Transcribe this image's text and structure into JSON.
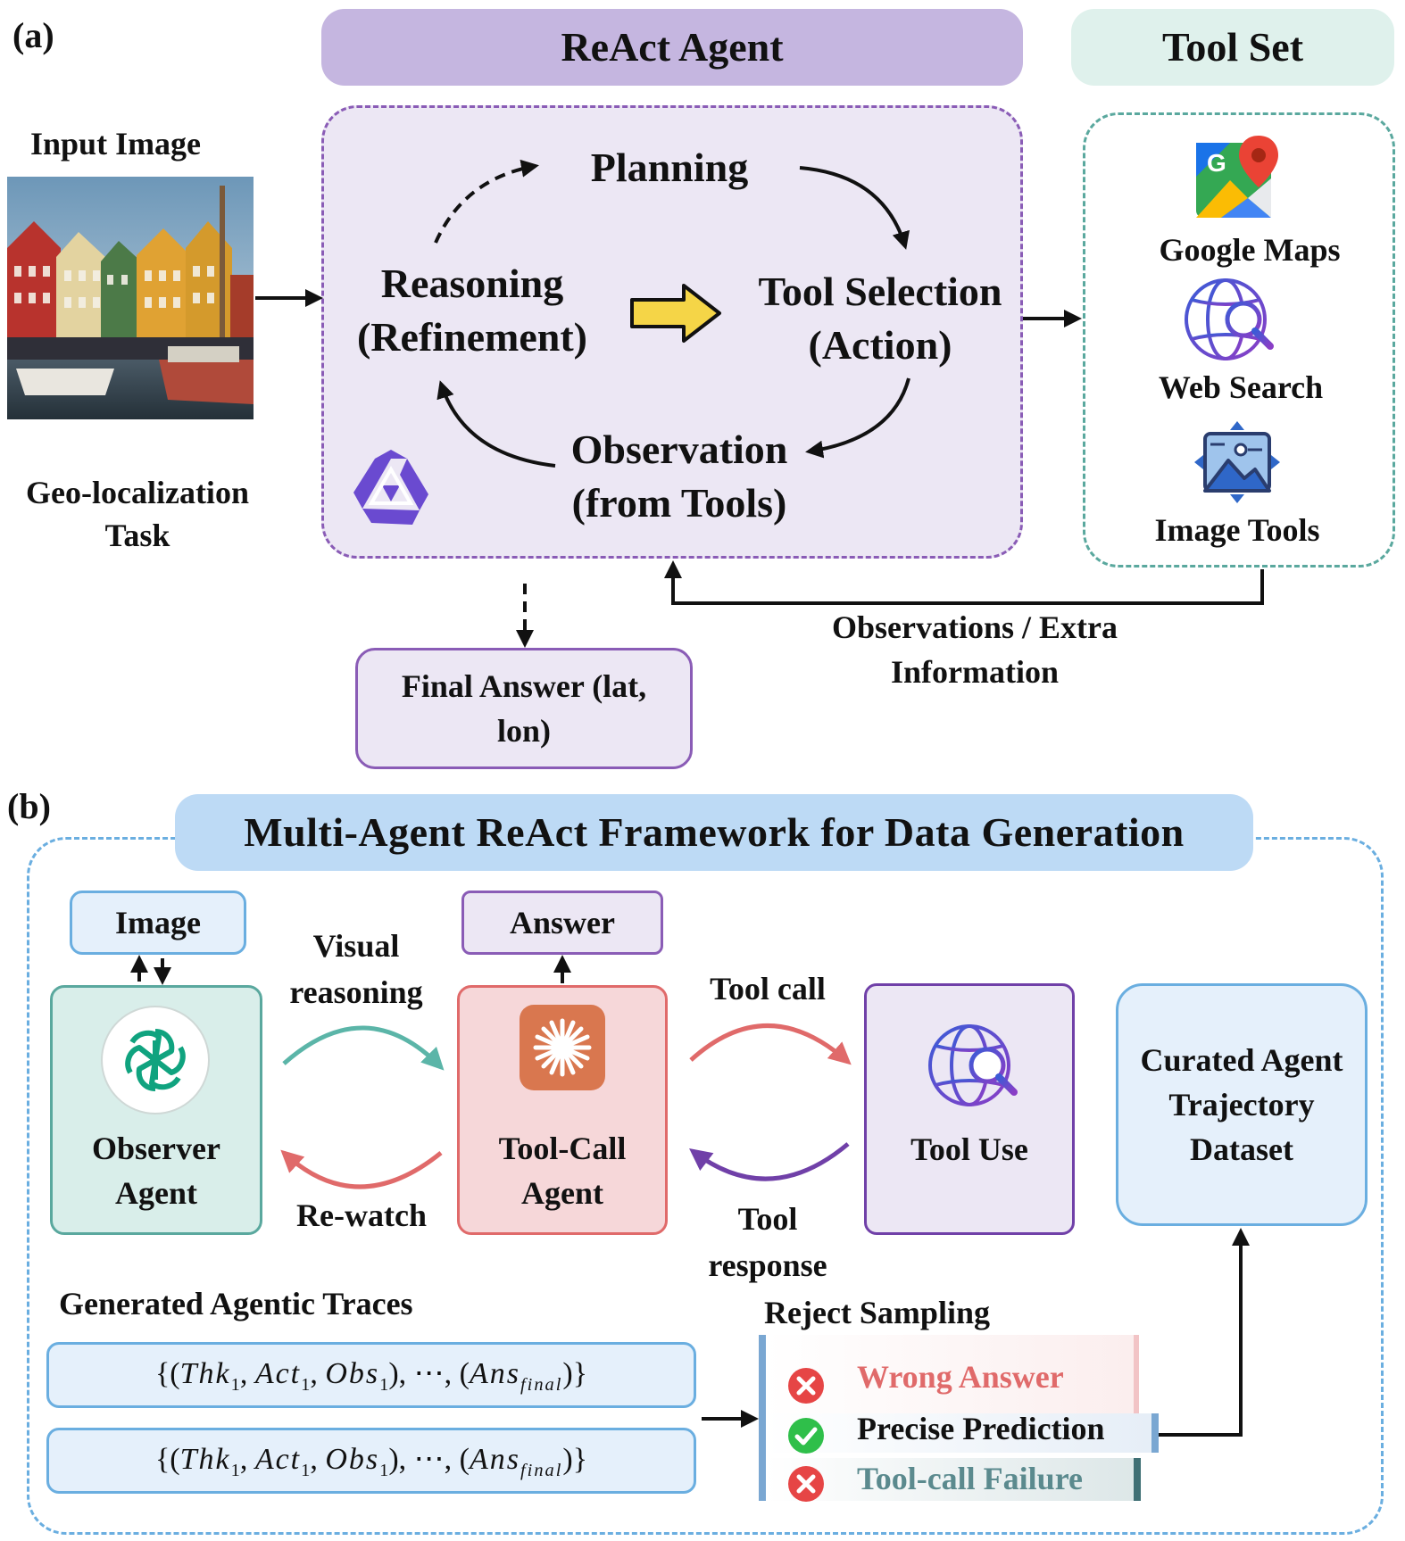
{
  "panel_a": {
    "label": "(a)",
    "react_agent_title": "ReAct Agent",
    "tool_set_title": "Tool Set",
    "input_image_label": "Input Image",
    "task_label": "Geo-localization Task",
    "cycle": {
      "planning": "Planning",
      "reasoning": "Reasoning (Refinement)",
      "tool_selection": "Tool Selection (Action)",
      "observation": "Observation (from Tools)"
    },
    "tools": [
      {
        "label": "Google Maps",
        "icon": "google-maps-icon"
      },
      {
        "label": "Web Search",
        "icon": "web-search-icon"
      },
      {
        "label": "Image Tools",
        "icon": "image-tools-icon"
      }
    ],
    "feedback_label": "Observations / Extra Information",
    "final_answer": "Final Answer (lat, lon)"
  },
  "panel_b": {
    "label": "(b)",
    "title": "Multi-Agent ReAct Framework for Data Generation",
    "image_box": "Image",
    "answer_box": "Answer",
    "observer_agent": "Observer Agent",
    "toolcall_agent": "Tool-Call Agent",
    "tool_use": "Tool Use",
    "curated_dataset": "Curated Agent Trajectory Dataset",
    "visual_reasoning": "Visual reasoning",
    "rewatch": "Re-watch",
    "tool_call": "Tool call",
    "tool_response": "Tool response",
    "traces_title": "Generated Agentic Traces",
    "trace_rows": [
      {
        "thk": "Thk",
        "act": "Act",
        "obs": "Obs",
        "ans": "Ans",
        "sub1": "1",
        "subf": "final",
        "ellipsis": "⋯"
      },
      {
        "thk": "Thk",
        "act": "Act",
        "obs": "Obs",
        "ans": "Ans",
        "sub1": "1",
        "subf": "final",
        "ellipsis": "⋯"
      }
    ],
    "reject_title": "Reject Sampling",
    "reject_items": [
      {
        "label": "Wrong Answer",
        "status": "reject"
      },
      {
        "label": "Precise Prediction",
        "status": "accept"
      },
      {
        "label": "Tool-call Failure",
        "status": "reject"
      }
    ]
  },
  "colors": {
    "purple_header": "#c5b6e0",
    "purple_box": "#ece7f4",
    "purple_border": "#8a5cb6",
    "teal_header": "#dff1ec",
    "teal_border": "#5aa89e",
    "blue_header": "#bddaf5",
    "blue_border": "#6aaee0",
    "green_box": "#d9eeea",
    "red_box": "#f6d7d9",
    "red_arrow": "#e06a6a",
    "teal_arrow": "#5bb5a8",
    "purple_arrow": "#7040a8",
    "wrong": "#e06a6a",
    "failure": "#5b8a8e"
  }
}
